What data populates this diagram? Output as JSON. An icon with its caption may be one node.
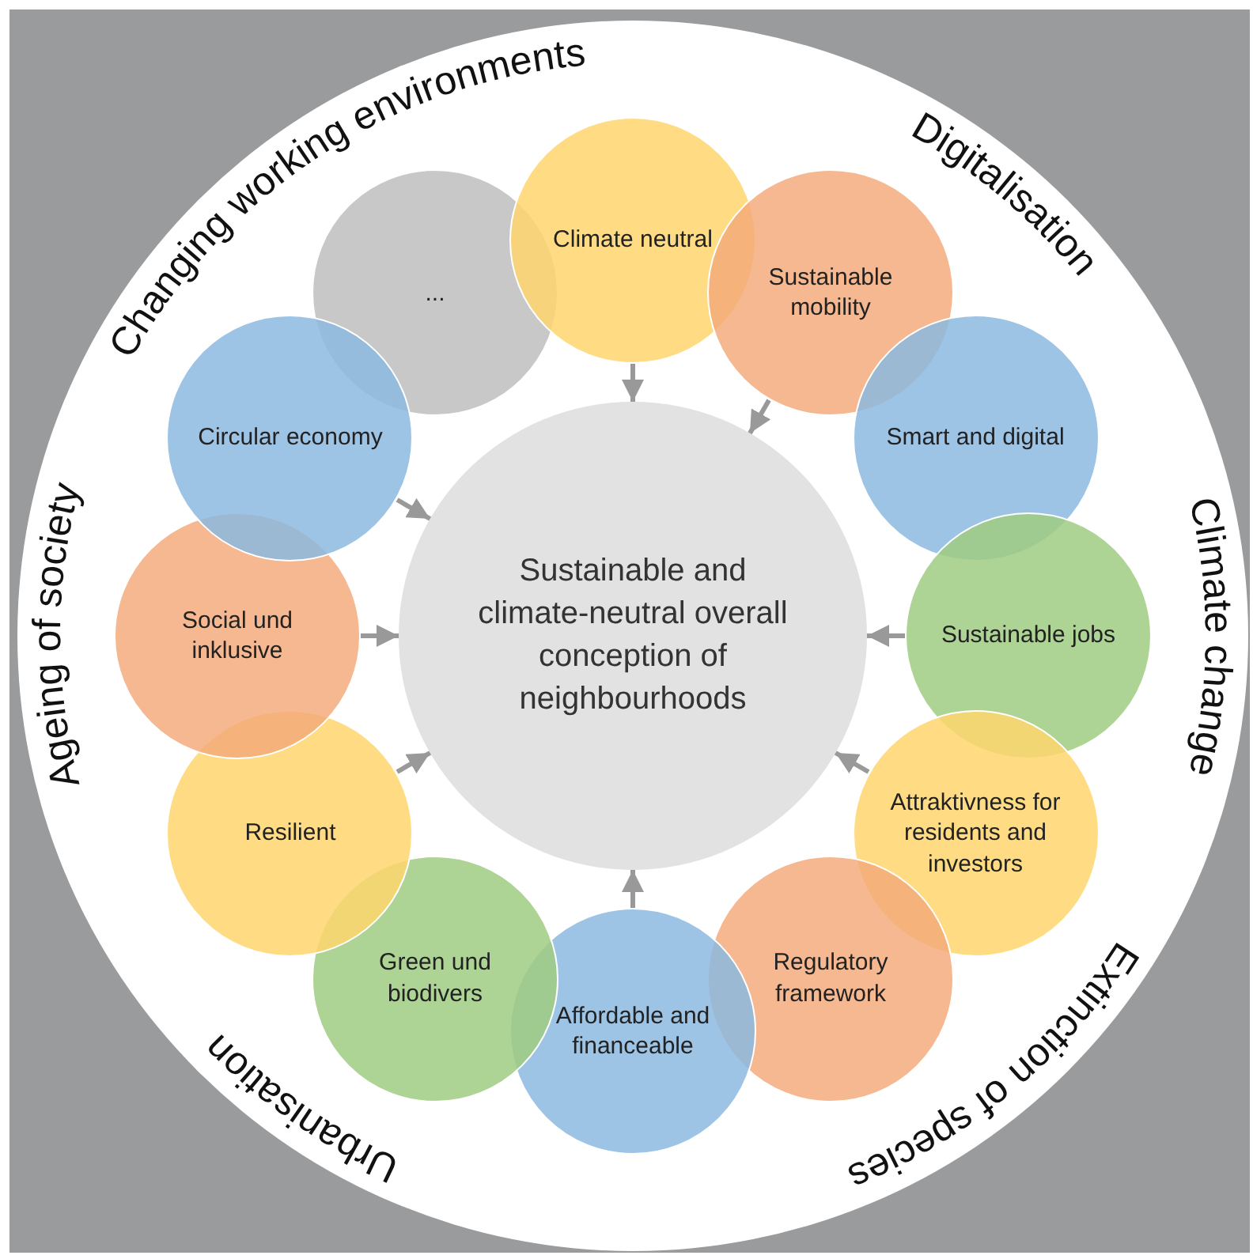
{
  "diagram": {
    "nodes": [
      {
        "text": [
          "Sustainable and climate-neutral overall conception of neighbourhoods"
        ]
      },
      {
        "text": [
          "..."
        ]
      },
      {
        "text": [
          "Climate neutral"
        ]
      },
      {
        "text": [
          "Sustainable mobility"
        ]
      },
      {
        "text": [
          "Smart and digital"
        ]
      },
      {
        "text": [
          "Sustainable jobs"
        ]
      },
      {
        "text": [
          "Attraktivness for residents and investors"
        ]
      },
      {
        "text": [
          "Regulatory framework"
        ]
      },
      {
        "text": [
          "Affordable and financeable"
        ]
      },
      {
        "text": [
          "Green und biodivers"
        ]
      },
      {
        "text": [
          "Resilient"
        ]
      },
      {
        "text": [
          "Social und inklusive"
        ]
      },
      {
        "text": [
          "Circular economy"
        ]
      }
    ],
    "edges": [
      {
        "from": 2,
        "to": 0,
        "arrow": "to"
      },
      {
        "from": 3,
        "to": 0,
        "arrow": "to"
      },
      {
        "from": 5,
        "to": 0,
        "arrow": "to"
      },
      {
        "from": 6,
        "to": 0,
        "arrow": "to"
      },
      {
        "from": 8,
        "to": 0,
        "arrow": "to"
      },
      {
        "from": 10,
        "to": 0,
        "arrow": "to"
      },
      {
        "from": 11,
        "to": 0,
        "arrow": "to"
      },
      {
        "from": 12,
        "to": 0,
        "arrow": "to"
      }
    ],
    "labels": [
      "Changing working environments",
      "Digitalisation",
      "Climate change",
      "Extinction of species",
      "Urbanisation",
      "Ageing of society"
    ]
  }
}
